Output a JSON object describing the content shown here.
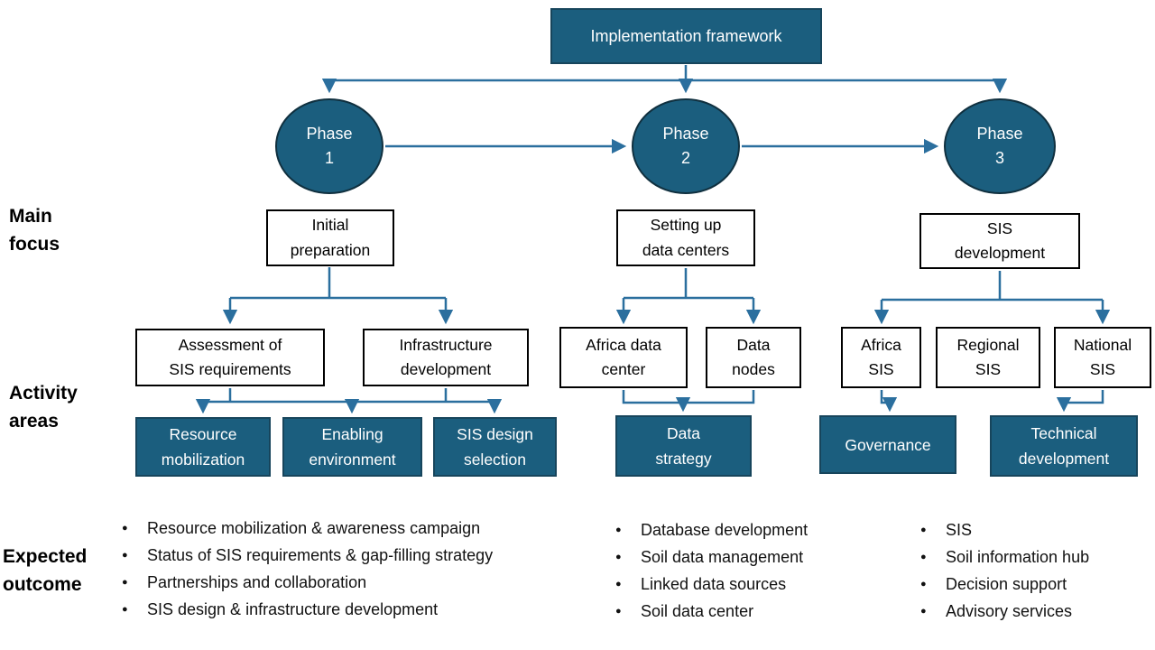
{
  "diagram": {
    "title": "Implementation framework",
    "row_labels": {
      "main_focus_1": "Main",
      "main_focus_2": "focus",
      "activity_areas_1": "Activity",
      "activity_areas_2": "areas",
      "expected_outcome_1": "Expected",
      "expected_outcome_2": "outcome"
    },
    "colors": {
      "node_fill": "#1B5E7E",
      "node_border": "#17455C",
      "circle_border": "#10303F",
      "connector_line": "#2B6F9E",
      "white_box_border": "#000000",
      "text_on_dark": "#FFFFFF",
      "text_on_light": "#111111"
    },
    "phases": [
      {
        "circle": [
          "Phase",
          "1"
        ],
        "focus": [
          "Initial",
          "preparation"
        ],
        "activities": [
          [
            "Assessment of",
            "SIS requirements"
          ],
          [
            "Infrastructure",
            "development"
          ]
        ],
        "outputs": [
          [
            "Resource",
            "mobilization"
          ],
          [
            "Enabling",
            "environment"
          ],
          [
            "SIS design",
            "selection"
          ]
        ],
        "outcomes": [
          "Resource mobilization & awareness campaign",
          "Status of SIS requirements & gap-filling strategy",
          "Partnerships and collaboration",
          "SIS design & infrastructure development"
        ]
      },
      {
        "circle": [
          "Phase",
          "2"
        ],
        "focus": [
          "Setting up",
          "data centers"
        ],
        "activities": [
          [
            "Africa data",
            "center"
          ],
          [
            "Data",
            "nodes"
          ]
        ],
        "outputs": [
          [
            "Data",
            "strategy"
          ]
        ],
        "outcomes": [
          "Database development",
          "Soil data management",
          "Linked data sources",
          "Soil data center"
        ]
      },
      {
        "circle": [
          "Phase",
          "3"
        ],
        "focus": [
          "SIS",
          "development"
        ],
        "activities": [
          [
            "Africa",
            "SIS"
          ],
          [
            "Regional",
            "SIS"
          ],
          [
            "National",
            "SIS"
          ]
        ],
        "outputs": [
          [
            "Governance"
          ],
          [
            "Technical",
            "development"
          ]
        ],
        "outcomes": [
          "SIS",
          "Soil information hub",
          "Decision support",
          "Advisory services"
        ]
      }
    ]
  }
}
